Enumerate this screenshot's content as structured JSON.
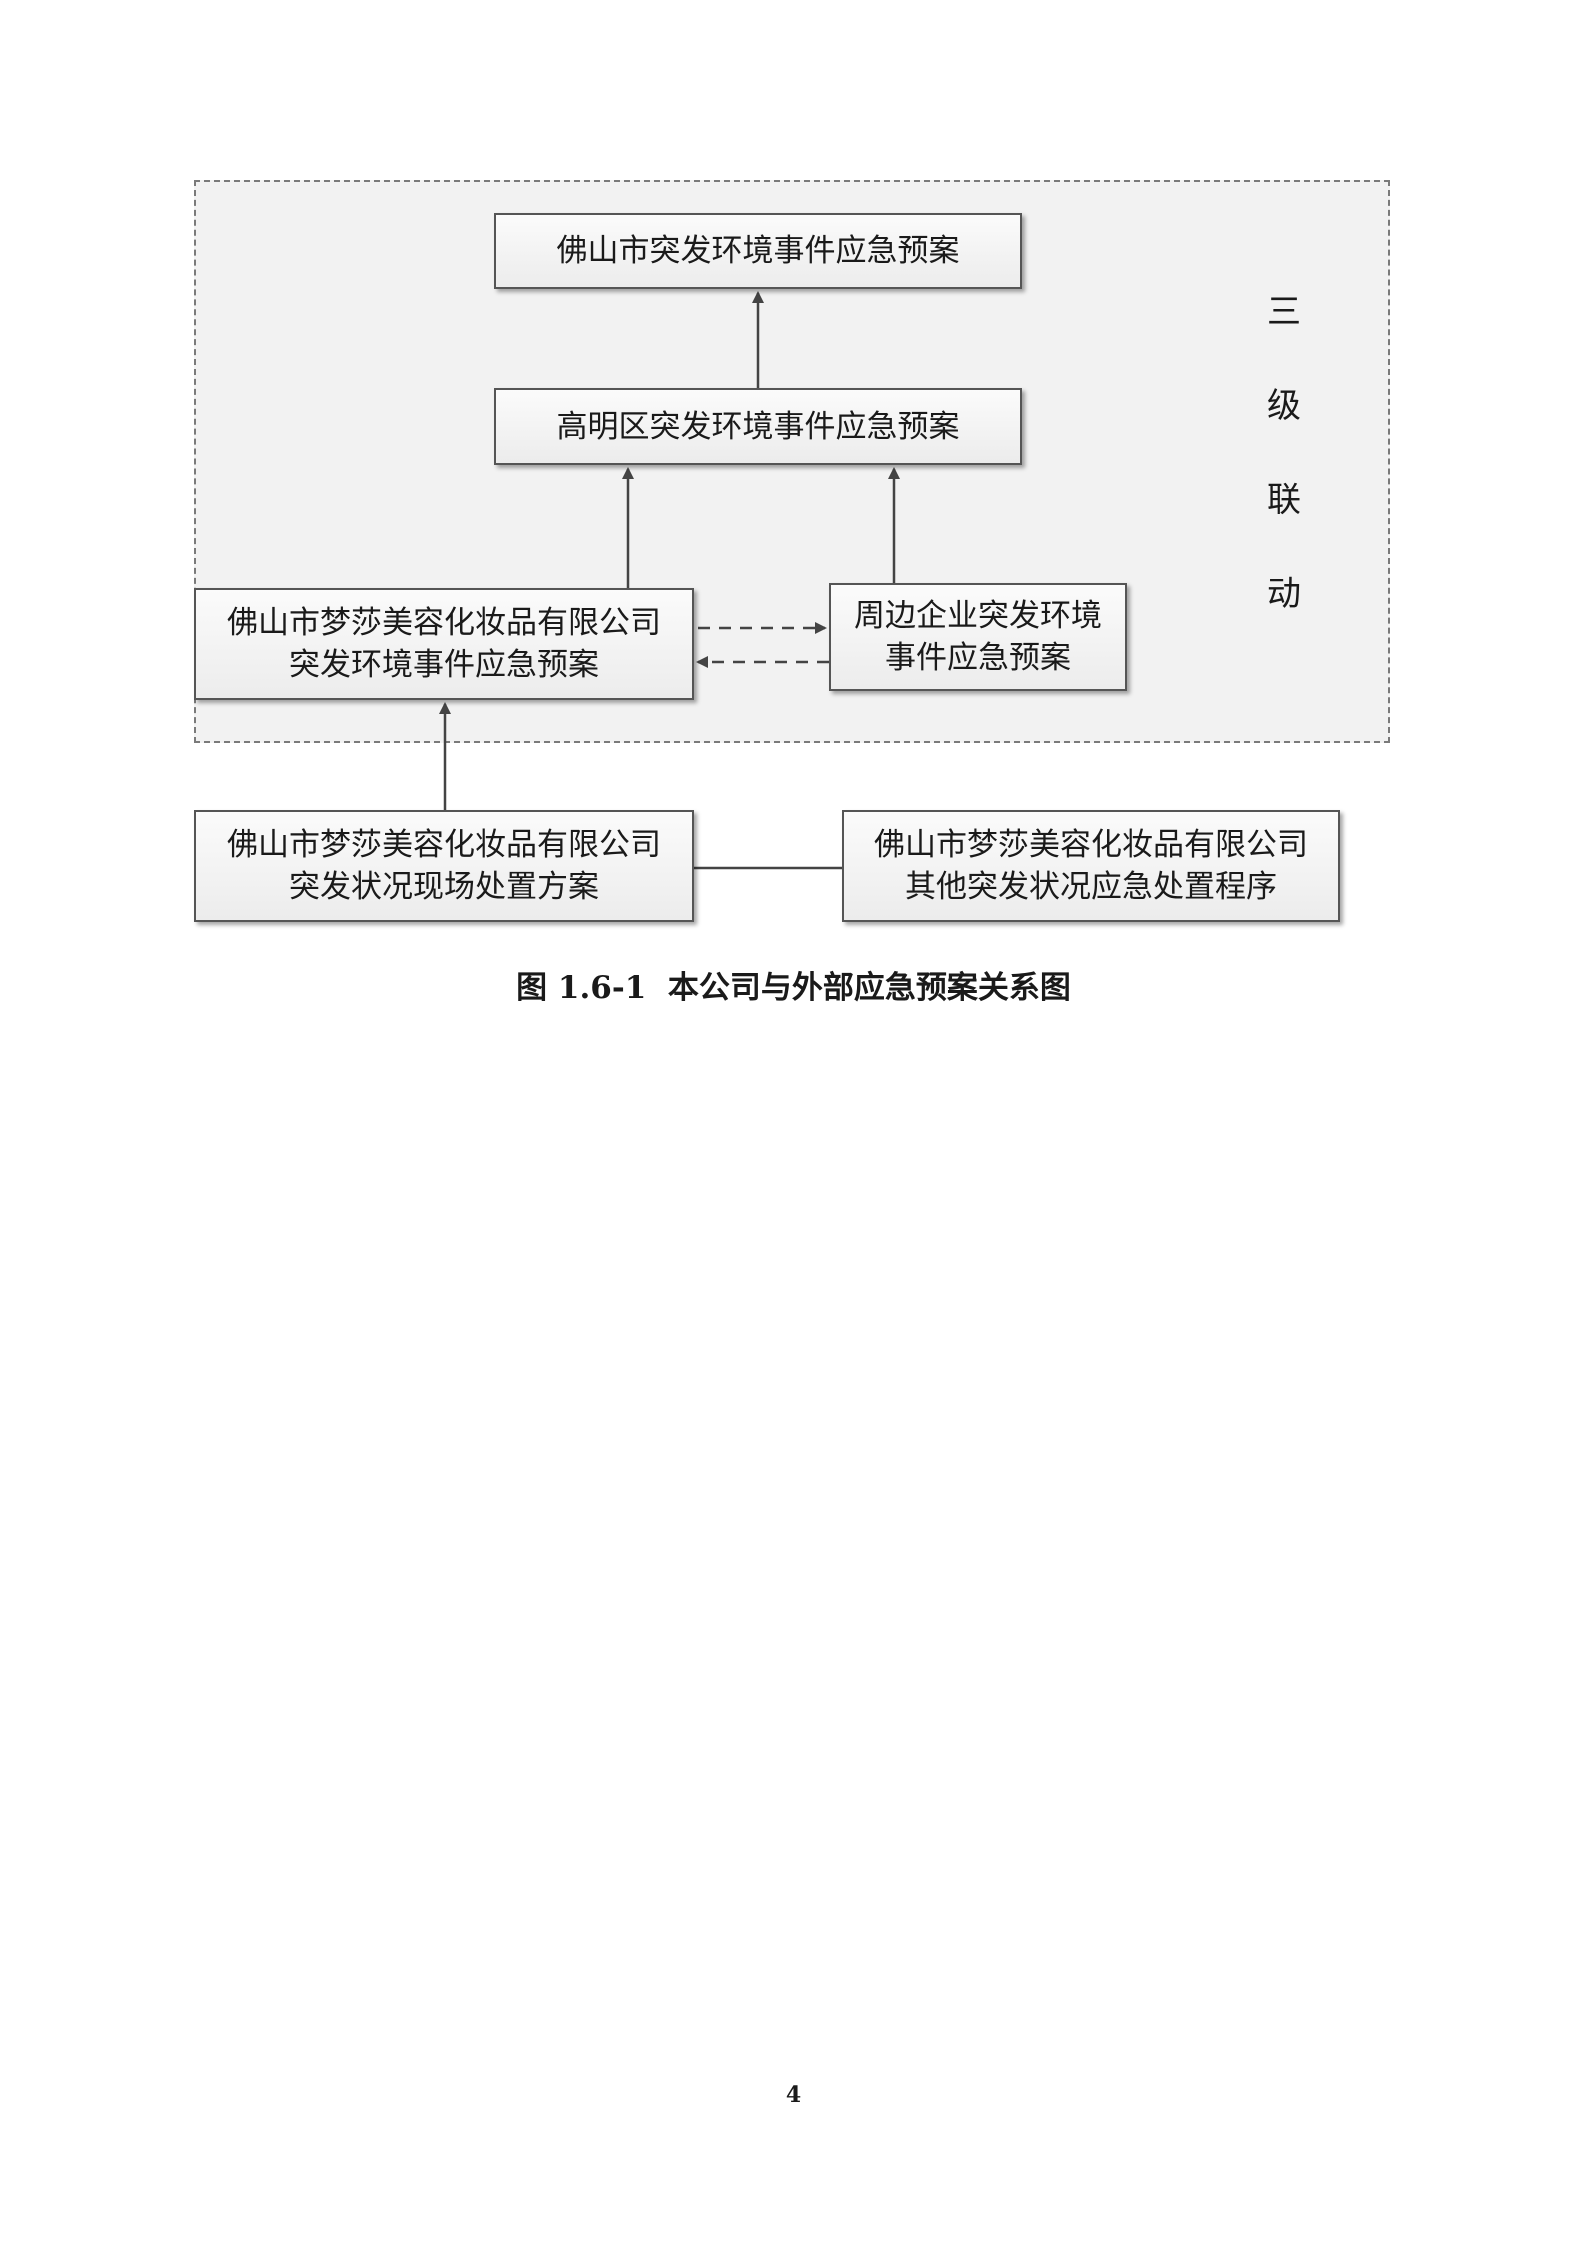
{
  "diagram": {
    "side_label": [
      "三",
      "级",
      "联",
      "动"
    ],
    "nodes": {
      "city": [
        "佛山市突发环境事件应急预案"
      ],
      "district": [
        "高明区突发环境事件应急预案"
      ],
      "company_env": [
        "佛山市梦莎美容化妆品有限公司",
        "突发环境事件应急预案"
      ],
      "neighbors": [
        "周边企业突发环境",
        "事件应急预案"
      ],
      "onsite": [
        "佛山市梦莎美容化妆品有限公司",
        "突发状况现场处置方案"
      ],
      "other": [
        "佛山市梦莎美容化妆品有限公司",
        "其他突发状况应急处置程序"
      ]
    },
    "edges": [
      {
        "from": "district",
        "to": "city",
        "style": "solid",
        "arrow": true
      },
      {
        "from": "company_env",
        "to": "district",
        "style": "solid",
        "arrow": true
      },
      {
        "from": "neighbors",
        "to": "district",
        "style": "solid",
        "arrow": true
      },
      {
        "from": "company_env",
        "to": "neighbors",
        "style": "dashed",
        "arrow": true
      },
      {
        "from": "neighbors",
        "to": "company_env",
        "style": "dashed",
        "arrow": true
      },
      {
        "from": "onsite",
        "to": "company_env",
        "style": "solid",
        "arrow": true
      },
      {
        "from": "onsite",
        "to": "other",
        "style": "solid",
        "arrow": false
      }
    ]
  },
  "caption": {
    "number": "图 1.6-1",
    "text": "本公司与外部应急预案关系图"
  },
  "page_number": "4",
  "colors": {
    "line": "#444444",
    "box_border": "#555555",
    "frame_border": "#7a7a7a"
  }
}
